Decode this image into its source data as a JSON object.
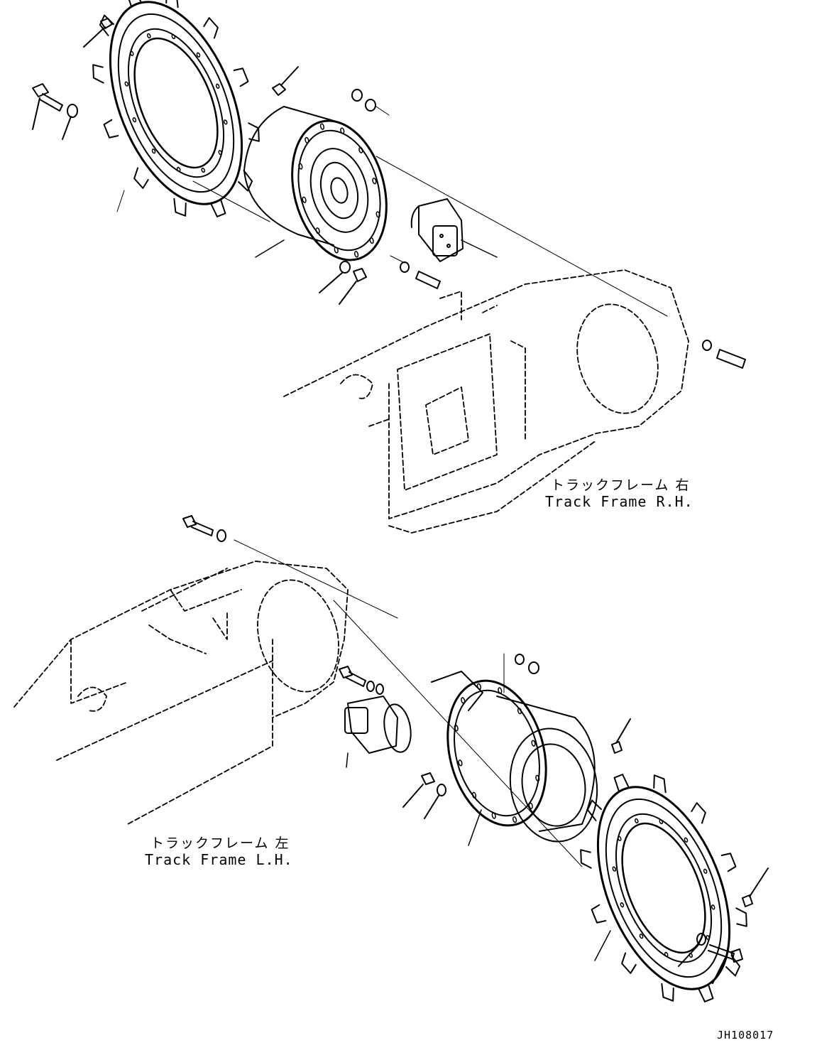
{
  "labels": {
    "track_frame_rh_jp": "トラックフレーム 右",
    "track_frame_rh_en": "Track Frame R.H.",
    "track_frame_lh_jp": "トラックフレーム 左",
    "track_frame_lh_en": "Track Frame L.H.",
    "drawing_code": "JH108017"
  },
  "colors": {
    "line": "#000000",
    "background": "#ffffff"
  }
}
